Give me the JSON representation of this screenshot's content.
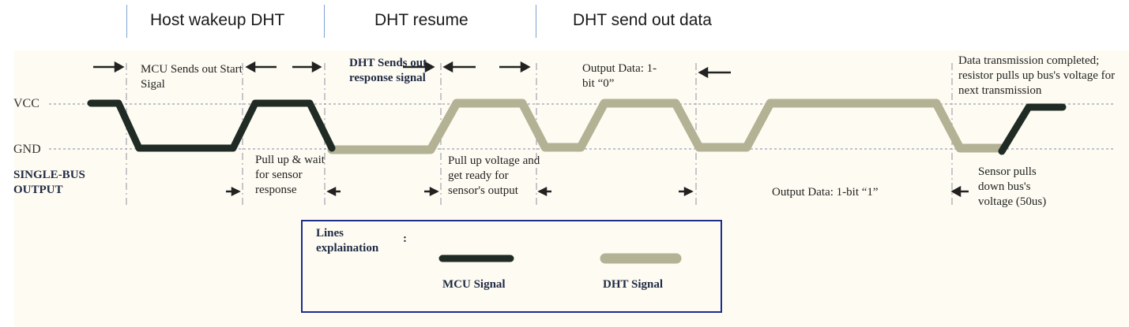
{
  "phases": [
    "Host wakeup DHT",
    "DHT resume",
    "DHT send out data"
  ],
  "axis": {
    "vcc": "VCC",
    "gnd": "GND",
    "output": "SINGLE-BUS OUTPUT"
  },
  "labels": {
    "mcu_start": "MCU Sends out Start Sigal",
    "pull_up_wait": "Pull up & wait for sensor response",
    "dht_response": "DHT Sends out response signal",
    "pull_up_ready": "Pull up voltage and get ready for sensor's output",
    "output_zero": "Output Data: 1-bit “0”",
    "output_one": "Output Data: 1-bit “1”",
    "completed": "Data transmission completed; resistor pulls up bus's voltage for next transmission",
    "sensor_pulls": "Sensor pulls down bus's voltage (50us)"
  },
  "legend": {
    "title": "Lines explaination",
    "colon": ":",
    "mcu": "MCU Signal",
    "dht": "DHT Signal"
  },
  "colors": {
    "mcu": "#1f2b24",
    "dht": "#b3b294",
    "legend_border": "#1d2d8c",
    "phase_divider": "#7fa2cf"
  }
}
